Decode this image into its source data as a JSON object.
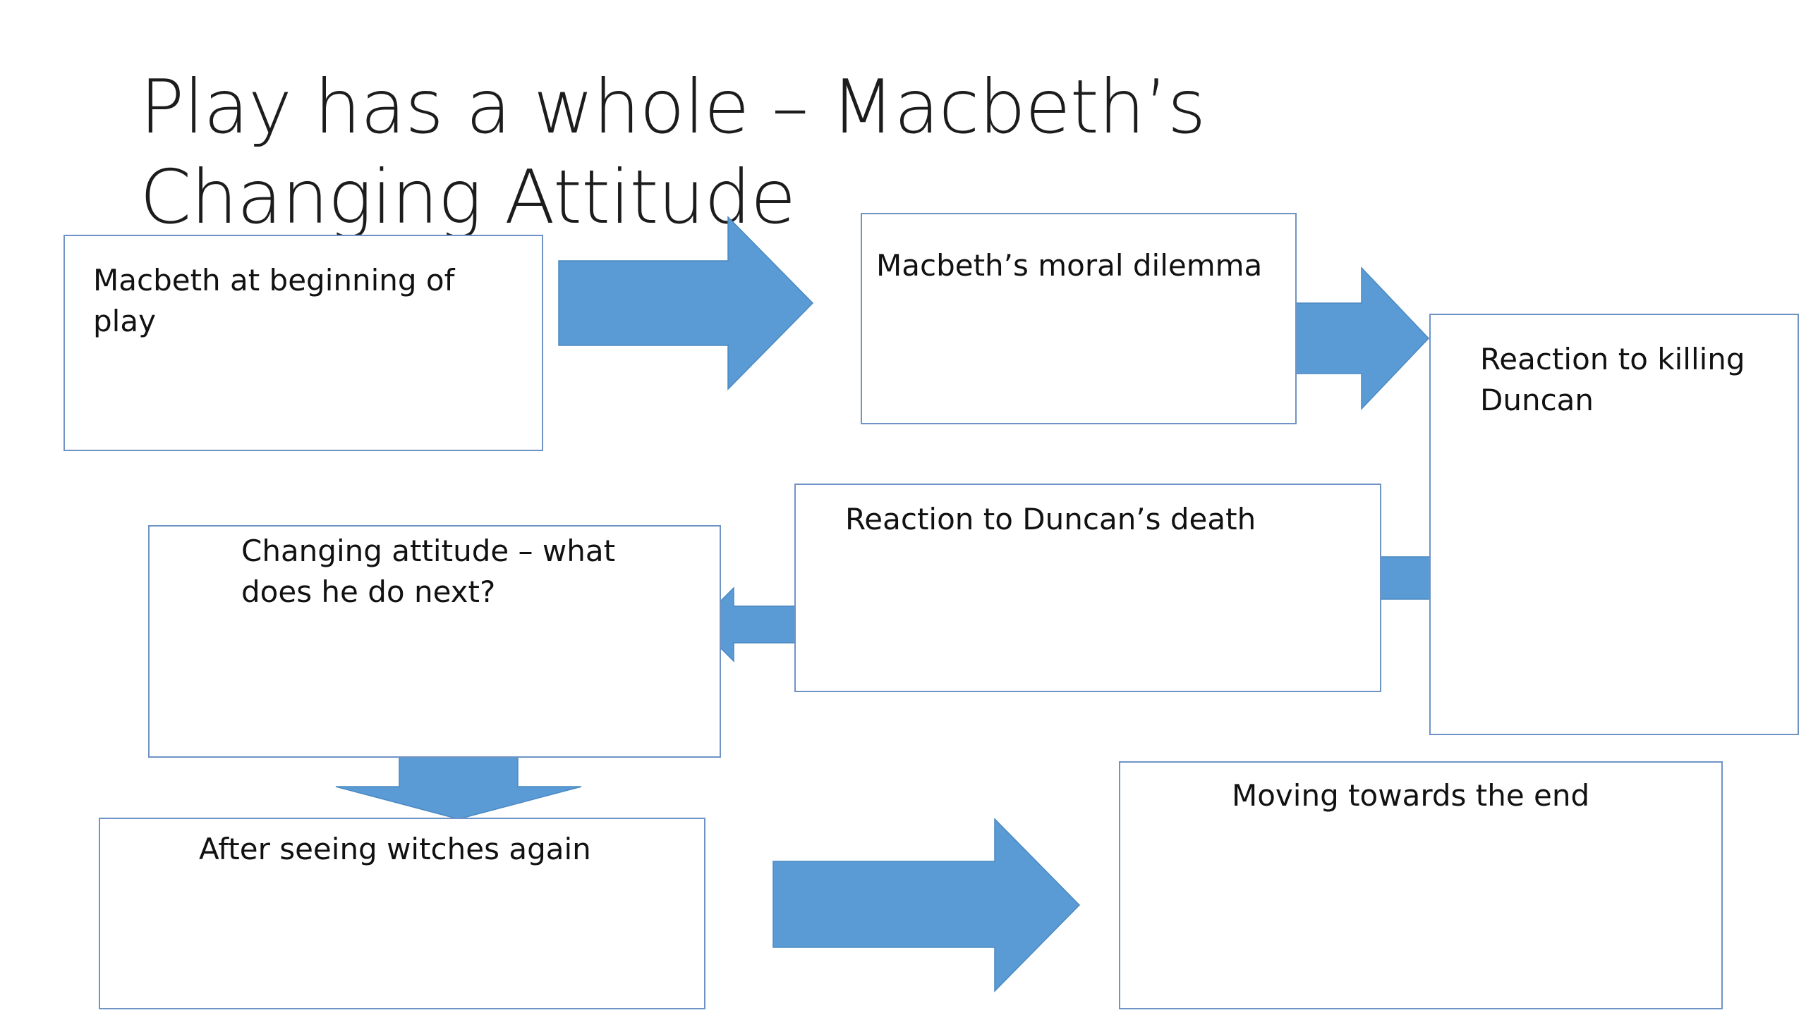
{
  "slide": {
    "title": "Play has a whole – Macbeth’s Changing Attitude"
  },
  "diagram": {
    "boxes": [
      {
        "id": "beginning",
        "label": "Macbeth at beginning of play"
      },
      {
        "id": "dilemma",
        "label": "Macbeth’s moral dilemma"
      },
      {
        "id": "reaction-killing",
        "label": "Reaction to killing Duncan"
      },
      {
        "id": "reaction-death",
        "label": "Reaction to Duncan’s death"
      },
      {
        "id": "changing",
        "label": "Changing attitude – what does he do next?"
      },
      {
        "id": "witches",
        "label": "After seeing witches again"
      },
      {
        "id": "end",
        "label": "Moving towards the end"
      }
    ],
    "arrow_color": "#5b9bd5",
    "box_border_color": "#6f93c4"
  }
}
